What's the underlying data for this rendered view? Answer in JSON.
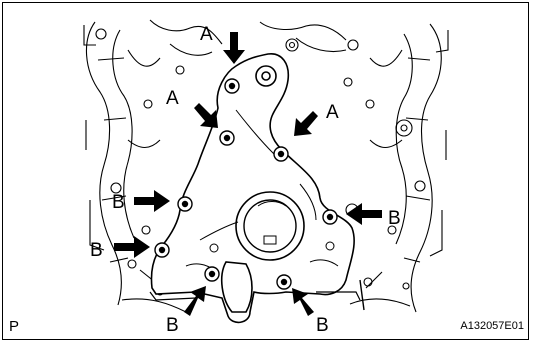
{
  "labels": {
    "a": "A",
    "b": "B"
  },
  "footer": {
    "page_letter": "P",
    "figure_id": "A132057E01"
  },
  "colors": {
    "ink": "#000000",
    "paper": "#ffffff"
  }
}
